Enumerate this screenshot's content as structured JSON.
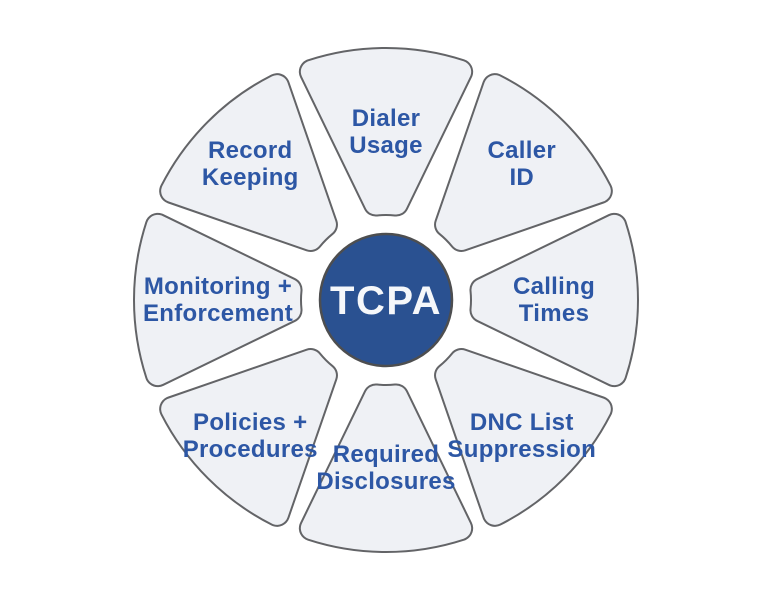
{
  "diagram": {
    "type": "hub-and-spoke-wheel",
    "center_label": "TCPA",
    "segments": [
      {
        "id": "dialer-usage",
        "label": "Dialer Usage",
        "lines": [
          "Dialer",
          "Usage"
        ]
      },
      {
        "id": "caller-id",
        "label": "Caller ID",
        "lines": [
          "Caller",
          "ID"
        ]
      },
      {
        "id": "calling-times",
        "label": "Calling Times",
        "lines": [
          "Calling",
          "Times"
        ]
      },
      {
        "id": "dnc-list-suppression",
        "label": "DNC List Suppression",
        "lines": [
          "DNC List",
          "Suppression"
        ]
      },
      {
        "id": "required-disclosures",
        "label": "Required Disclosures",
        "lines": [
          "Required",
          "Disclosures"
        ]
      },
      {
        "id": "policies-procedures",
        "label": "Policies + Procedures",
        "lines": [
          "Policies +",
          "Procedures"
        ]
      },
      {
        "id": "monitoring-enforcement",
        "label": "Monitoring + Enforcement",
        "lines": [
          "Monitoring +",
          "Enforcement"
        ]
      },
      {
        "id": "record-keeping",
        "label": "Record Keeping",
        "lines": [
          "Record",
          "Keeping"
        ]
      }
    ],
    "colors": {
      "background": "#ffffff",
      "segment_fill": "#eff1f5",
      "segment_outline": "#636467",
      "label_text": "#2d57a5",
      "hub_fill": "#2a5191",
      "hub_outline": "#4d4e50",
      "hub_text": "#f5f7fa"
    }
  }
}
